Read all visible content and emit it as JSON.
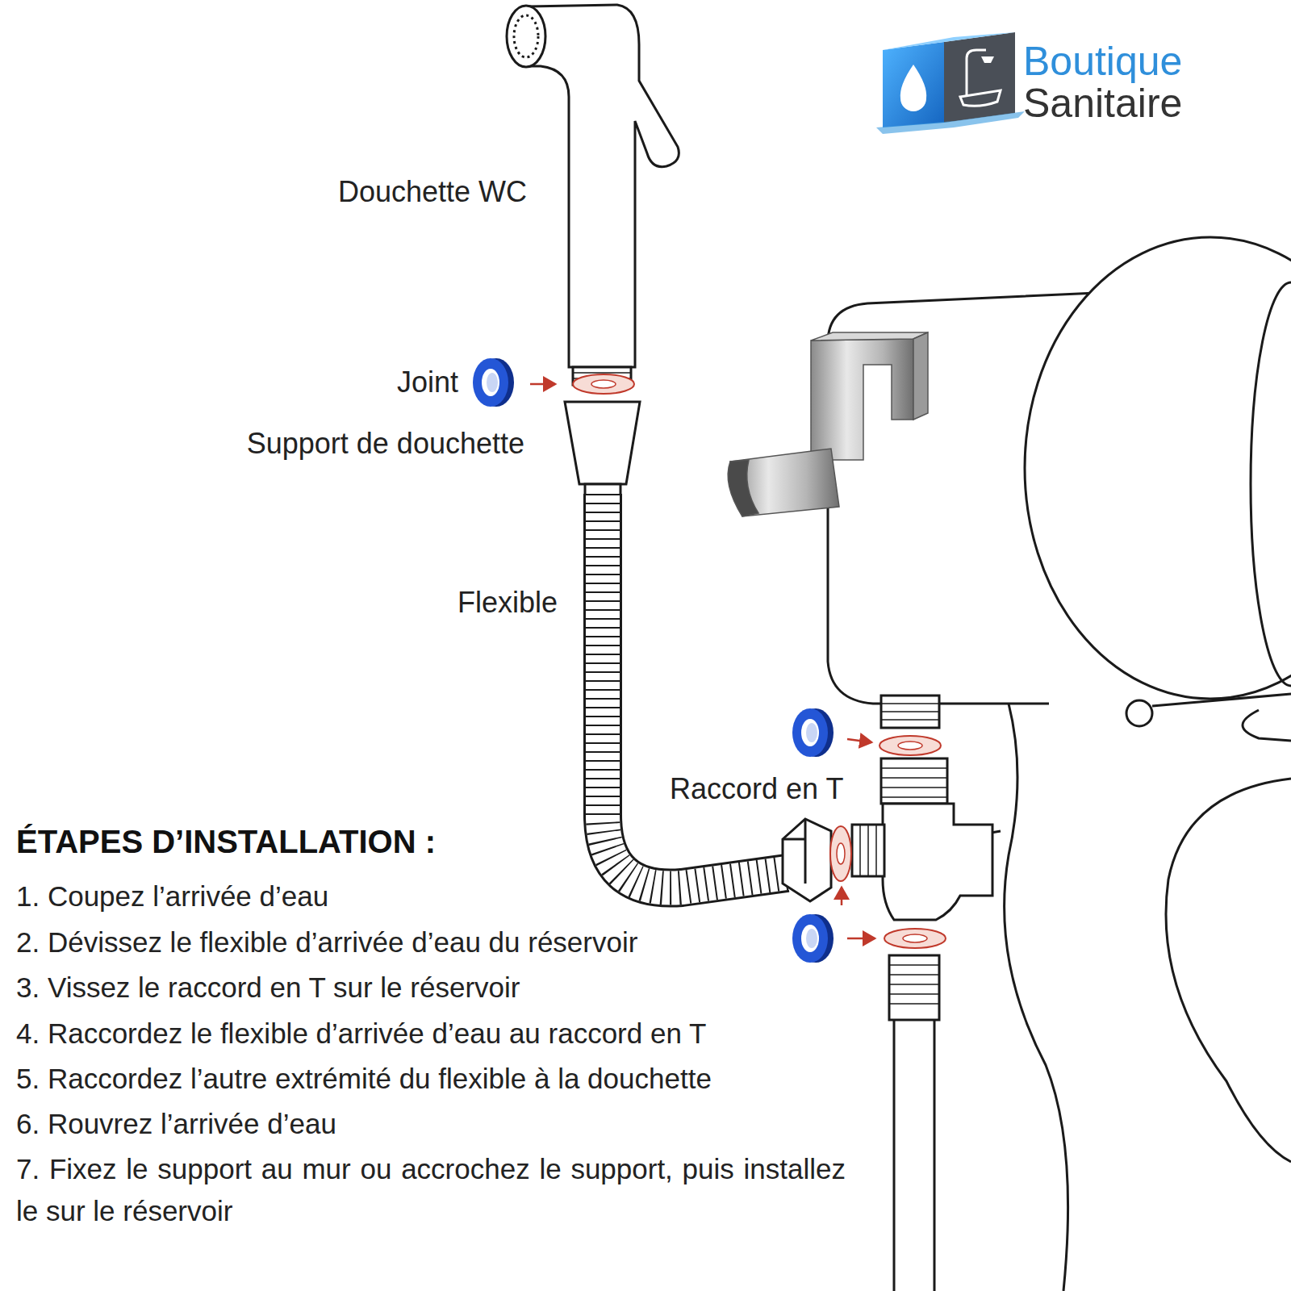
{
  "diagram": {
    "title": "ÉTAPES D’INSTALLATION :",
    "labels": [
      "Douchette WC",
      "Joint",
      "Support de douchette",
      "Flexible",
      "Raccord en T",
      "1. Coupez l’arrivée d’eau",
      "2. Dévissez le flexible d’arrivée d’eau du réservoir",
      "3. Vissez le raccord en T sur le réservoir",
      "4. Raccordez le flexible d’arrivée d’eau au raccord en T",
      "5. Raccordez l’autre extrémité du flexible à la douchette",
      "6. Rouvrez l’arrivée d’eau",
      "7. Fixez le support au mur ou accrochez le support, puis installez le sur le réservoir",
      "Boutique",
      "Sanitaire"
    ]
  }
}
